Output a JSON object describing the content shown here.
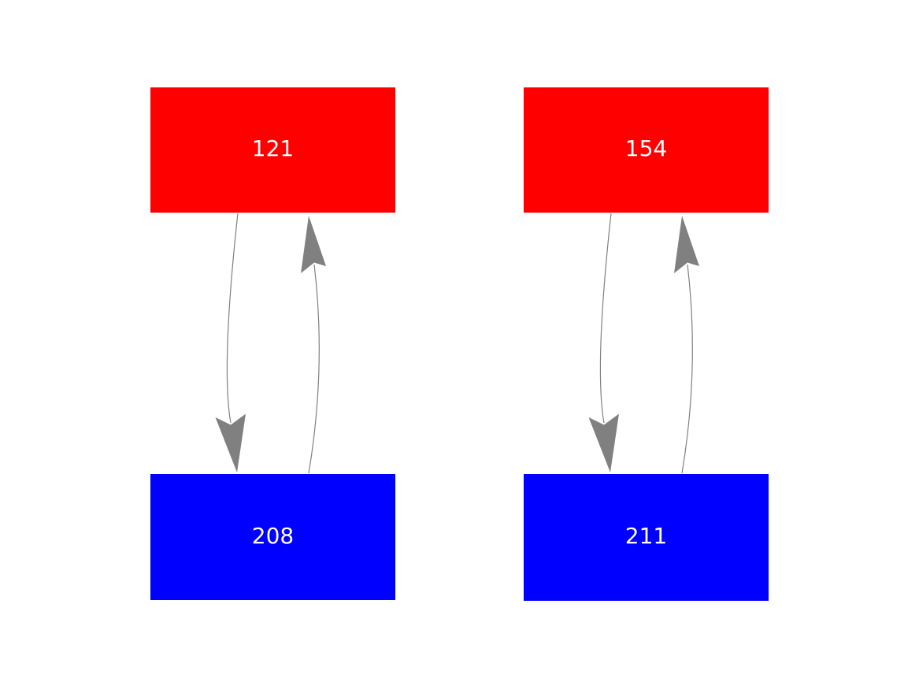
{
  "figure": {
    "background_color": "#ffffff",
    "node_label_color": "#ffffff",
    "edge_style": {
      "color": "#808080",
      "line_width": 1.2
    },
    "nodes": [
      {
        "id": "121",
        "label": "121",
        "color": "#ff0000",
        "row": "top",
        "column": "left"
      },
      {
        "id": "208",
        "label": "208",
        "color": "#0000ff",
        "row": "bottom",
        "column": "left"
      },
      {
        "id": "154",
        "label": "154",
        "color": "#ff0000",
        "row": "top",
        "column": "right"
      },
      {
        "id": "211",
        "label": "211",
        "color": "#0000ff",
        "row": "bottom",
        "column": "right"
      }
    ],
    "edges": [
      {
        "from": "121",
        "to": "208",
        "direction": "down"
      },
      {
        "from": "208",
        "to": "121",
        "direction": "up"
      },
      {
        "from": "154",
        "to": "211",
        "direction": "down"
      },
      {
        "from": "211",
        "to": "154",
        "direction": "up"
      }
    ]
  }
}
